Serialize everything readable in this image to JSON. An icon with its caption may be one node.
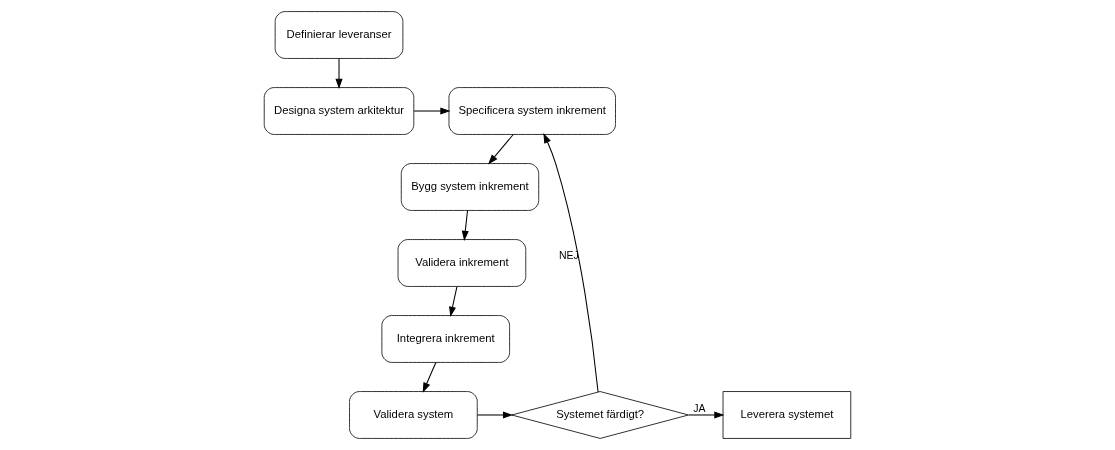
{
  "diagram": {
    "nodes": [
      {
        "text": [
          "Definierar leveranser"
        ]
      },
      {
        "text": [
          "Designa system arkitektur"
        ]
      },
      {
        "text": [
          "Specificera system inkrement"
        ]
      },
      {
        "text": [
          "Bygg system inkrement"
        ]
      },
      {
        "text": [
          "Validera inkrement"
        ]
      },
      {
        "text": [
          "Integrera inkrement"
        ]
      },
      {
        "text": [
          "Validera system"
        ]
      },
      {
        "text": [
          "Systemet färdigt?"
        ]
      },
      {
        "text": [
          "Leverera systemet"
        ]
      }
    ],
    "edges": [
      {
        "from": 0,
        "to": 1,
        "arrow": "to"
      },
      {
        "from": 1,
        "to": 2,
        "arrow": "to"
      },
      {
        "from": 2,
        "to": 3,
        "arrow": "to"
      },
      {
        "from": 3,
        "to": 4,
        "arrow": "to"
      },
      {
        "from": 4,
        "to": 5,
        "arrow": "to"
      },
      {
        "from": 5,
        "to": 6,
        "arrow": "to"
      },
      {
        "from": 6,
        "to": 7,
        "arrow": "to"
      },
      {
        "from": 7,
        "to": 2,
        "arrow": "to",
        "label": "NEJ"
      },
      {
        "from": 7,
        "to": 8,
        "arrow": "to",
        "label": "JA"
      }
    ]
  }
}
